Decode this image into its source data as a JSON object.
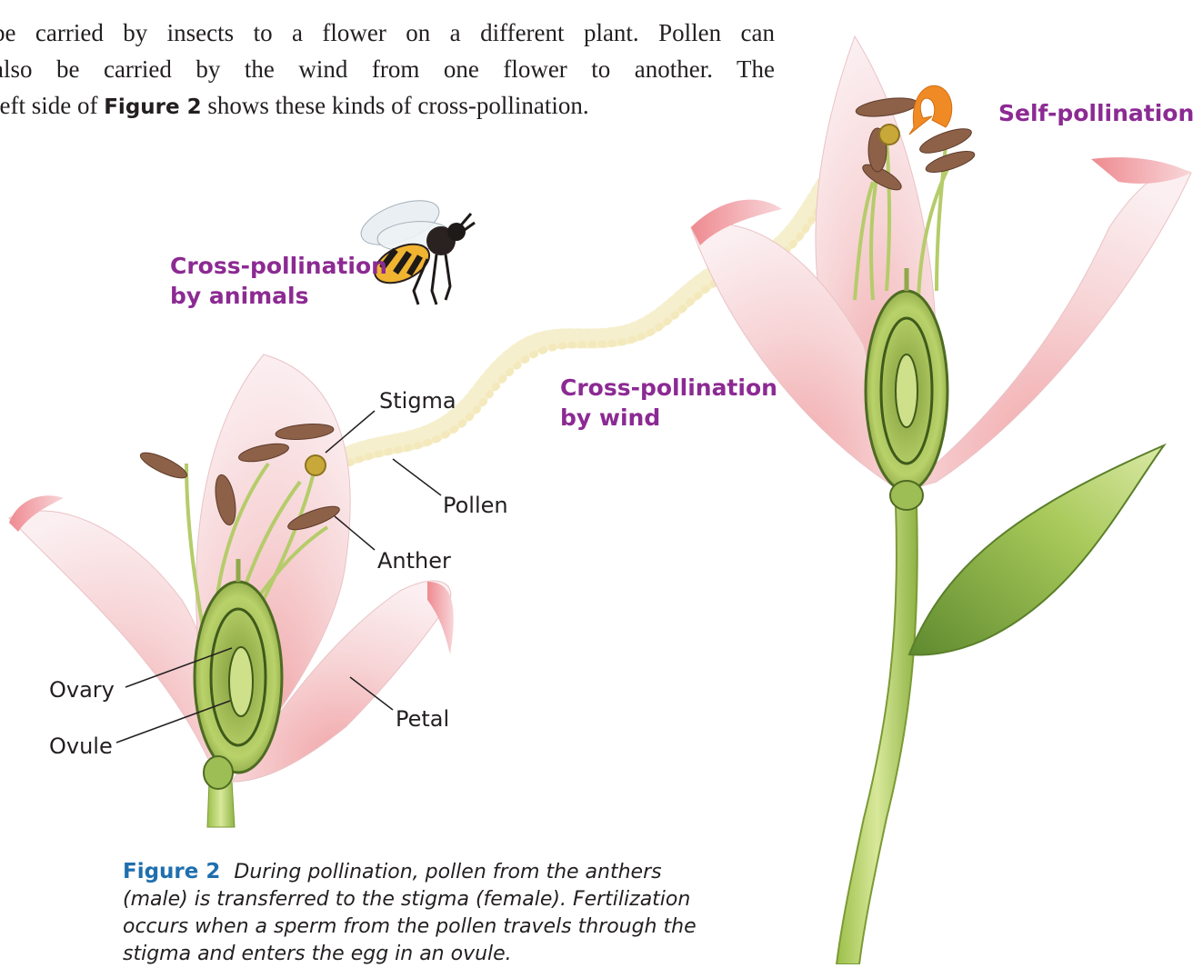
{
  "body_text": {
    "line1": "be carried by insects to a flower on a different plant. Pollen can",
    "line2": "also be carried by the wind from one flower to another. The",
    "line3_pre": "left side of ",
    "line3_bold": "Figure 2",
    "line3_post": " shows these kinds of cross-pollination."
  },
  "labels": {
    "self_pollination": "Self-pollination",
    "cross_animals_1": "Cross-pollination",
    "cross_animals_2": "by animals",
    "cross_wind_1": "Cross-pollination",
    "cross_wind_2": "by wind",
    "stigma": "Stigma",
    "pollen": "Pollen",
    "anther": "Anther",
    "ovary": "Ovary",
    "ovule": "Ovule",
    "petal": "Petal"
  },
  "caption": {
    "figure_label": "Figure 2",
    "text": "During pollination, pollen from the anthers (male) is transferred to the stigma (female). Fertilization occurs when a sperm from the pollen travels through the stigma and enters the egg in an ovule."
  },
  "colors": {
    "label_purple": "#8c2a93",
    "figure_blue": "#1f6fae",
    "arrow_orange": "#f08a24"
  }
}
